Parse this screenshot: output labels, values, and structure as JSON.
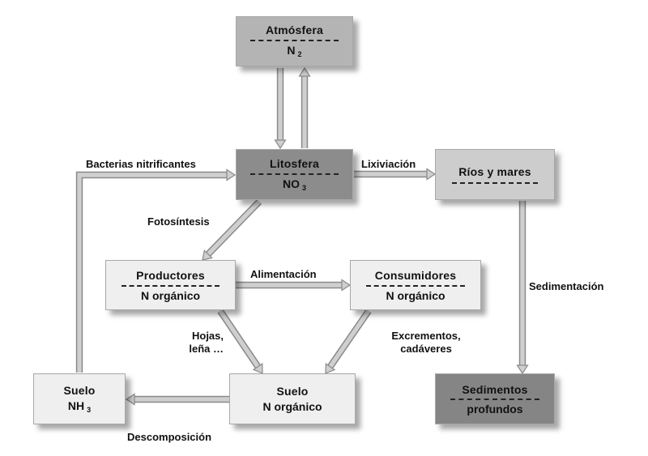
{
  "colors": {
    "atmosfera_fill": "#b4b4b4",
    "litosfera_fill": "#8c8c8c",
    "rios_fill": "#cdcdcd",
    "light_fill": "#efefef",
    "sedimentos_fill": "#858585",
    "arrow_fill": "#cfcfcf",
    "arrow_stroke": "#8a8a8a"
  },
  "nodes": {
    "atmosfera": {
      "line1": "Atmósfera",
      "line2": "N",
      "sub": "2"
    },
    "litosfera": {
      "line1": "Litosfera",
      "line2": "NO",
      "sub": "3"
    },
    "rios": {
      "line1": "Ríos y mares"
    },
    "productores": {
      "line1": "Productores",
      "line2": "N orgánico"
    },
    "consumidores": {
      "line1": "Consumidores",
      "line2": "N orgánico"
    },
    "suelo_nh3": {
      "line1": "Suelo",
      "line2": "NH",
      "sub": "3"
    },
    "suelo_org": {
      "line1": "Suelo",
      "line2": "N orgánico"
    },
    "sedimentos": {
      "line1": "Sedimentos",
      "line2": "profundos"
    }
  },
  "labels": {
    "bacterias": "Bacterias nitrificantes",
    "lixiviacion": "Lixiviación",
    "fotosintesis": "Fotosíntesis",
    "alimentacion": "Alimentación",
    "sedimentacion": "Sedimentación",
    "hojas_1": "Hojas,",
    "hojas_2": "leña …",
    "excrementos_1": "Excrementos,",
    "excrementos_2": "cadáveres",
    "descomposicion": "Descomposición"
  }
}
